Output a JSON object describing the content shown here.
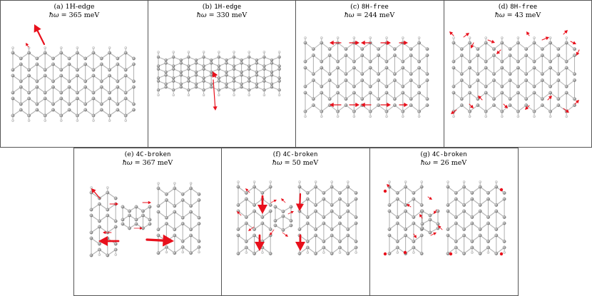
{
  "panels": [
    {
      "id": "a",
      "letter": "(a)",
      "label": "1H-edge",
      "label_style": "serif",
      "freq_symbol": "ħω",
      "freq_value": "365",
      "unit": "meV"
    },
    {
      "id": "b",
      "letter": "(b)",
      "label": "1H-edge",
      "label_style": "mono",
      "freq_symbol": "ħω",
      "freq_value": "330",
      "unit": "meV"
    },
    {
      "id": "c",
      "letter": "(c)",
      "label": "8H-free",
      "label_style": "mono",
      "freq_symbol": "ħω",
      "freq_value": "244",
      "unit": "meV"
    },
    {
      "id": "d",
      "letter": "(d)",
      "label": "8H-free",
      "label_style": "mono",
      "freq_symbol": "ħω",
      "freq_value": "43",
      "unit": "meV"
    },
    {
      "id": "e",
      "letter": "(e)",
      "label": "4C-broken",
      "label_style": "mono",
      "freq_symbol": "ħω",
      "freq_value": "367",
      "unit": "meV"
    },
    {
      "id": "f",
      "letter": "(f)",
      "label": "4C-broken",
      "label_style": "mono",
      "freq_symbol": "ħω",
      "freq_value": "50",
      "unit": "meV"
    },
    {
      "id": "g",
      "letter": "(g)",
      "label": "4C-broken",
      "label_style": "mono",
      "freq_symbol": "ħω",
      "freq_value": "26",
      "unit": "meV"
    }
  ],
  "colors": {
    "carbon": "#9a9a9a",
    "hydrogen": "#e6e6e6",
    "bond": "#b5b5b5",
    "arrow": "#e8101c",
    "frame": "#555555"
  }
}
